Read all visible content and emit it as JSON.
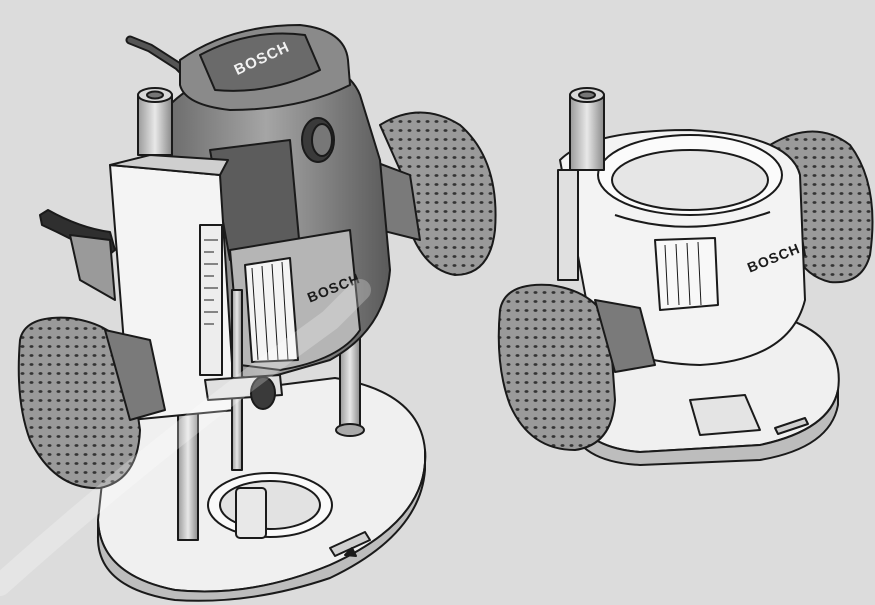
{
  "illustration": {
    "router_with_motor": {
      "brand_top": "BOSCH",
      "brand_housing": "BOSCH"
    },
    "plunge_base": {
      "brand_base": "BOSCH"
    }
  },
  "colors": {
    "background": "#dcdcdc",
    "outline": "#1a1a1a",
    "body_light": "#f2f2f2",
    "body_mid": "#bdbdbd",
    "body_dark": "#6e6e6e",
    "grip_dots": "#555555"
  }
}
